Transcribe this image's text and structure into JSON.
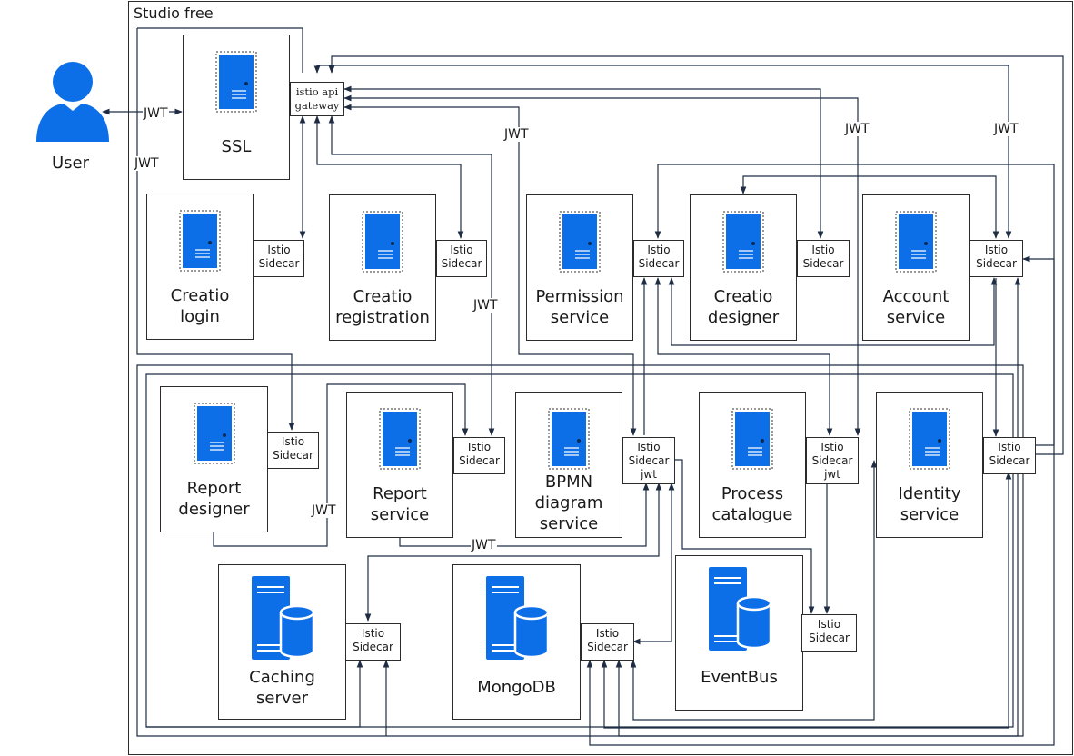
{
  "container": {
    "title": "Studio free"
  },
  "user": {
    "label": "User"
  },
  "gateway": {
    "line1": "istio api",
    "line2": "gateway"
  },
  "services": {
    "ssl": {
      "label": "SSL"
    },
    "creatio_login": {
      "line1": "Creatio",
      "line2": "login"
    },
    "creatio_registration": {
      "line1": "Creatio",
      "line2": "registration"
    },
    "permission_service": {
      "line1": "Permission",
      "line2": "service"
    },
    "creatio_designer": {
      "line1": "Creatio",
      "line2": "designer"
    },
    "account_service": {
      "line1": "Account",
      "line2": "service"
    },
    "report_designer": {
      "line1": "Report",
      "line2": "designer"
    },
    "report_service": {
      "line1": "Report",
      "line2": "service"
    },
    "bpmn_service": {
      "line1": "BPMN",
      "line2": "diagram",
      "line3": "service"
    },
    "process_catalogue": {
      "line1": "Process",
      "line2": "catalogue"
    },
    "identity_service": {
      "line1": "Identity",
      "line2": "service"
    },
    "caching_server": {
      "line1": "Caching",
      "line2": "server"
    },
    "mongodb": {
      "label": "MongoDB"
    },
    "eventbus": {
      "label": "EventBus"
    }
  },
  "sidecar": {
    "line1": "Istio",
    "line2": "Sidecar",
    "jwt_line": "jwt"
  },
  "edge_label": "JWT",
  "colors": {
    "accent": "#0d6fe8",
    "line": "#1f2d44",
    "border": "#2b2b2b"
  },
  "icons": {
    "server": "server-icon",
    "database_server": "database-server-icon",
    "user": "user-icon"
  }
}
